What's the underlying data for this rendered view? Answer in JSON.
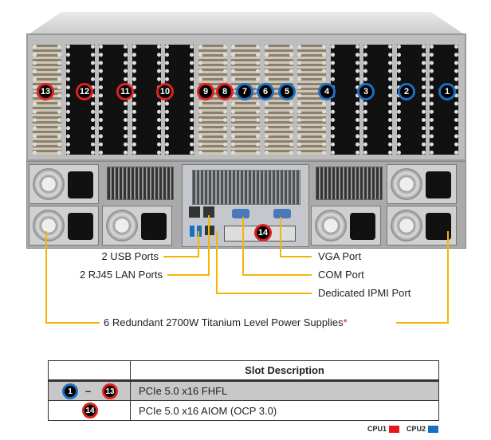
{
  "slots": [
    {
      "num": "1",
      "cpu": "CPU2"
    },
    {
      "num": "2",
      "cpu": "CPU2"
    },
    {
      "num": "3",
      "cpu": "CPU2"
    },
    {
      "num": "4",
      "cpu": "CPU2"
    },
    {
      "num": "5",
      "cpu": "CPU2"
    },
    {
      "num": "6",
      "cpu": "CPU2"
    },
    {
      "num": "7",
      "cpu": "CPU2"
    },
    {
      "num": "8",
      "cpu": "CPU1"
    },
    {
      "num": "9",
      "cpu": "CPU1"
    },
    {
      "num": "10",
      "cpu": "CPU1"
    },
    {
      "num": "11",
      "cpu": "CPU1"
    },
    {
      "num": "12",
      "cpu": "CPU1"
    },
    {
      "num": "13",
      "cpu": "CPU1"
    }
  ],
  "aiom_slot": {
    "num": "14",
    "cpu": "CPU1"
  },
  "callouts": {
    "usb": "2 USB Ports",
    "lan": "2 RJ45 LAN Ports",
    "vga": "VGA Port",
    "com": "COM Port",
    "ipmi": "Dedicated IPMI Port",
    "psu": "6 Redundant 2700W Titanium Level Power Supplies",
    "psu_mark": "*"
  },
  "table": {
    "header": "Slot Description",
    "rows": [
      {
        "from": "1",
        "dash": "–",
        "to": "13",
        "desc": "PCIe 5.0 x16 FHFL"
      },
      {
        "slot": "14",
        "desc": "PCIe 5.0 x16 AIOM (OCP 3.0)"
      }
    ]
  },
  "legend": {
    "cpu1": "CPU1",
    "cpu2": "CPU2",
    "cpu1_color": "#e8161b",
    "cpu2_color": "#1a6fc0"
  },
  "colors": {
    "callout_line": "#f2b705"
  }
}
